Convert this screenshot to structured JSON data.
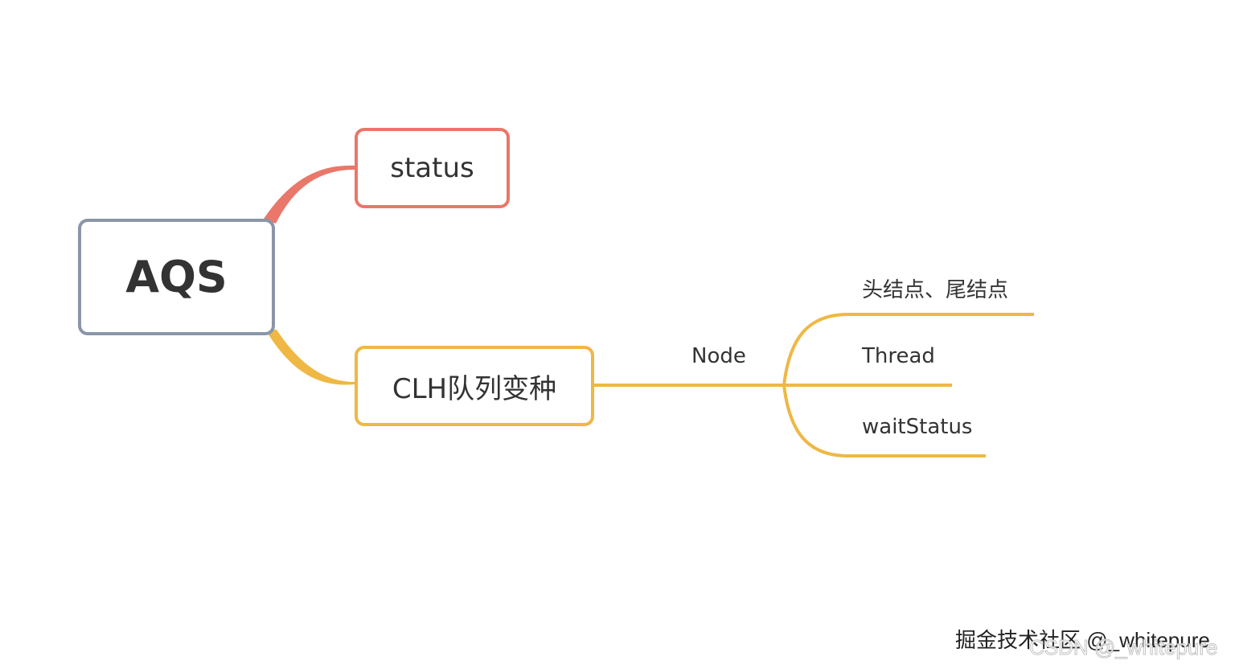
{
  "diagram": {
    "root": {
      "label": "AQS"
    },
    "children": [
      {
        "label": "status",
        "color": "#e9776a"
      },
      {
        "label": "CLH队列变种",
        "color": "#efb744"
      }
    ],
    "clh_branch": {
      "edge_label": "Node",
      "fields": [
        "头结点、尾结点",
        "Thread",
        "waitStatus"
      ],
      "color": "#efb744"
    },
    "root_border_color": "#8a96a8"
  },
  "watermarks": {
    "juejin": "掘金技术社区 @_whitepure",
    "csdn": "CSDN @_whitepure"
  }
}
